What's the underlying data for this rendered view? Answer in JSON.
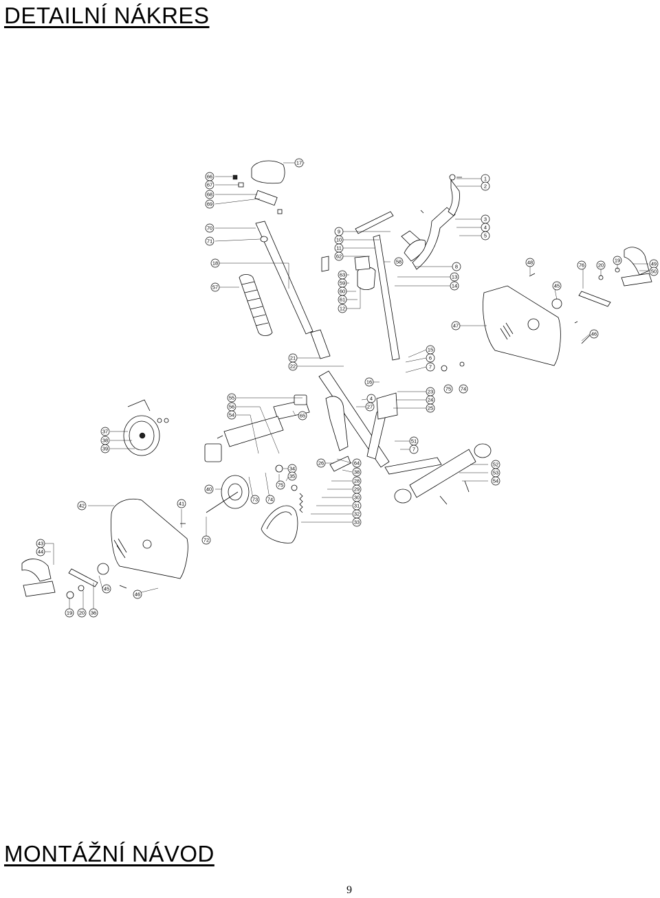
{
  "header": {
    "title": "DETAILNÍ NÁKRES"
  },
  "section": {
    "title": "MONTÁŽNÍ NÁVOD"
  },
  "footer": {
    "page_number": "9"
  },
  "diagram": {
    "labels": [
      "1",
      "2",
      "3",
      "4",
      "5",
      "6",
      "7",
      "8",
      "9",
      "10",
      "11",
      "12",
      "13",
      "14",
      "15",
      "16",
      "17",
      "18",
      "19",
      "20",
      "21",
      "22",
      "23",
      "24",
      "25",
      "26",
      "27",
      "28",
      "29",
      "30",
      "31",
      "32",
      "33",
      "34",
      "35",
      "36",
      "37",
      "38",
      "39",
      "40",
      "41",
      "42",
      "43",
      "44",
      "45",
      "46",
      "47",
      "48",
      "49",
      "50",
      "51",
      "52",
      "53",
      "54",
      "55",
      "56",
      "57",
      "58",
      "59",
      "60",
      "61",
      "62",
      "63",
      "64",
      "65",
      "66",
      "67",
      "68",
      "69",
      "70",
      "71",
      "72",
      "73",
      "74",
      "75",
      "76"
    ]
  }
}
